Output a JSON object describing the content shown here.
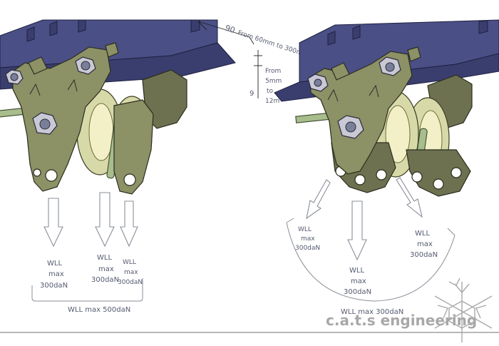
{
  "left_diagram": {
    "labels": [
      {
        "line1": "WLL",
        "line2": "max",
        "line3": "300daN"
      },
      {
        "line1": "WLL",
        "line2": "max",
        "line3": "300daN"
      },
      {
        "line1": "WLL",
        "line2": "max",
        "line3": "300daN"
      }
    ],
    "total_label": "WLL max 500daN"
  },
  "dimensions": {
    "width_value": "90",
    "width_text": "From 60mm  to 300mm",
    "flange_value": "9",
    "flange_line1": "From",
    "flange_line2": "5mm",
    "flange_line3": "to",
    "flange_line4": "12m"
  },
  "right_diagram": {
    "labels": [
      {
        "line1": "WLL",
        "line2": "max",
        "line3": "300daN"
      },
      {
        "line1": "WLL",
        "line2": "max",
        "line3": "300daN"
      },
      {
        "line1": "WLL",
        "line2": "max",
        "line3": "300daN"
      }
    ],
    "total_label": "WLL max 300daN"
  },
  "logo": {
    "text": "c.a.t.s  engineering"
  }
}
